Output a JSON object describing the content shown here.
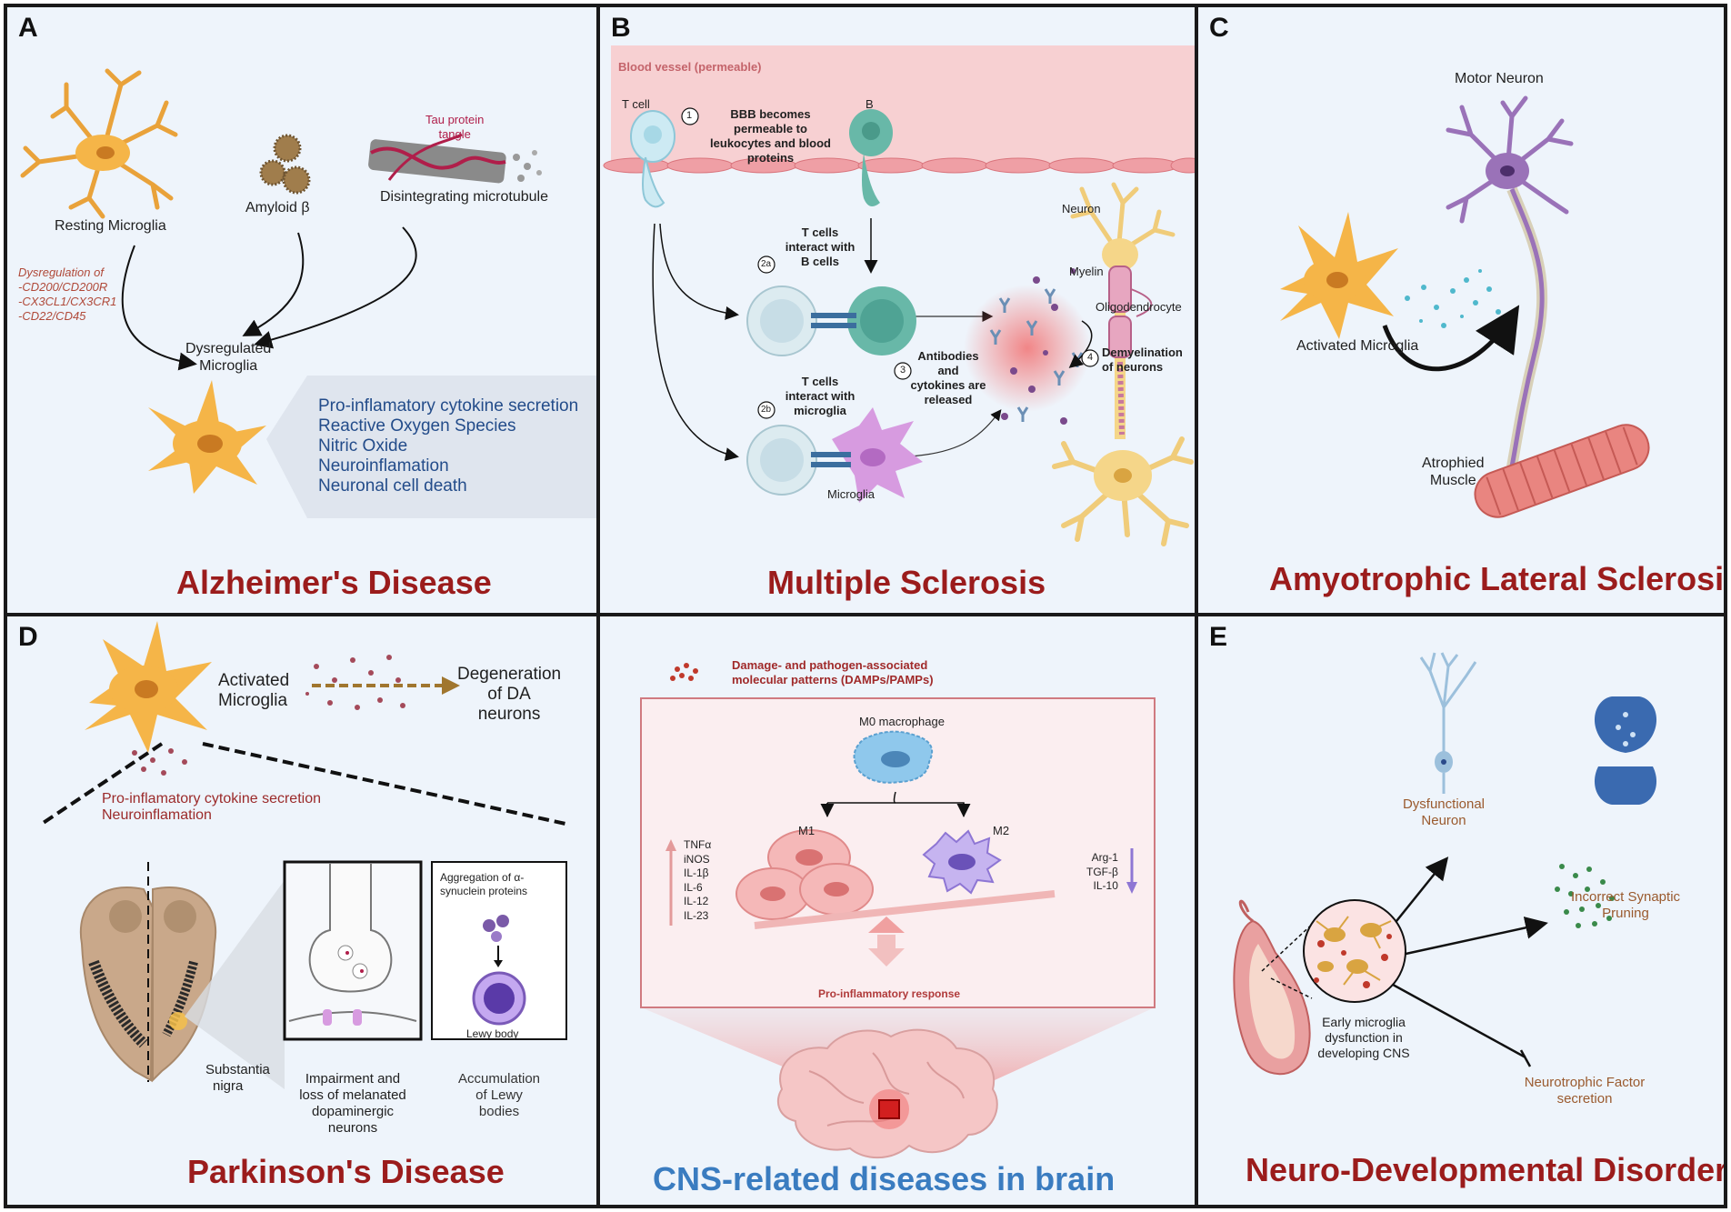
{
  "panels": {
    "a": {
      "label": "A",
      "title": "Alzheimer's Disease",
      "resting": "Resting Microglia",
      "amyloid": "Amyloid β",
      "tau": [
        "Tau protein",
        "tangle"
      ],
      "microtubule": "Disintegrating microtubule",
      "dysreg_list": [
        "Dysregulation of",
        "-CD200/CD200R",
        "-CX3CL1/CX3CR1",
        "-CD22/CD45"
      ],
      "dysregulated": [
        "Dysregulated",
        "Microglia"
      ],
      "effects": [
        "Pro-inflamatory cytokine secretion",
        "Reactive Oxygen Species",
        "Nitric Oxide",
        "Neuroinflamation",
        "Neuronal cell death"
      ]
    },
    "b": {
      "label": "B",
      "title": "Multiple Sclerosis",
      "vessel": "Blood vessel (permeable)",
      "tcell": "T cell",
      "bcell": "B",
      "step1_num": "1",
      "step1": [
        "BBB becomes",
        "permeable to",
        "leukocytes and blood",
        "proteins"
      ],
      "step2a_num": "2a",
      "step2a": [
        "T cells",
        "interact with",
        "B cells"
      ],
      "step2b_num": "2b",
      "step2b": [
        "T cells",
        "interact with",
        "microglia"
      ],
      "step3_num": "3",
      "step3": [
        "Antibodies",
        "and",
        "cytokines are",
        "released"
      ],
      "step4_num": "4",
      "step4": [
        "Demyelination",
        "of neurons"
      ],
      "neuron": "Neuron",
      "myelin": "Myelin",
      "oligo": "Oligodendrocyte",
      "microglia": "Microglia"
    },
    "c": {
      "label": "C",
      "title": "Amyotrophic Lateral Sclerosis",
      "motor": "Motor Neuron",
      "activated": "Activated Microglia",
      "muscle": [
        "Atrophied",
        "Muscle"
      ]
    },
    "d": {
      "label": "D",
      "title": "Parkinson's Disease",
      "activated": [
        "Activated",
        "Microglia"
      ],
      "degeneration": [
        "Degeneration",
        "of DA",
        "neurons"
      ],
      "cytokine": [
        "Pro-inflamatory cytokine secretion",
        "Neuroinflamation"
      ],
      "substantia": [
        "Substantia",
        "nigra"
      ],
      "impairment": [
        "Impairment and",
        "loss of melanated",
        "dopaminergic",
        "neurons"
      ],
      "aggregation": [
        "Aggregation of α-",
        "synuclein proteins"
      ],
      "lewy": "Lewy body",
      "accumulation": [
        "Accumulation",
        "of Lewy",
        "bodies"
      ]
    },
    "center": {
      "title": "CNS-related diseases in brain",
      "damps": [
        "Damage- and pathogen-associated",
        "molecular patterns (DAMPs/PAMPs)"
      ],
      "m0": "M0 macrophage",
      "m1": "M1",
      "m2": "M2",
      "m1_list": [
        "TNFα",
        "iNOS",
        "IL-1β",
        "IL-6",
        "IL-12",
        "IL-23"
      ],
      "m2_list": [
        "Arg-1",
        "TGF-β",
        "IL-10"
      ],
      "response": "Pro-inflammatory response"
    },
    "e": {
      "label": "E",
      "title": "Neuro-Developmental Disorders",
      "dysfunctional": [
        "Dysfunctional",
        "Neuron"
      ],
      "pruning": [
        "Incorrect Synaptic",
        "Pruning"
      ],
      "early": [
        "Early microglia",
        "dysfunction in",
        "developing CNS"
      ],
      "neurotrophic": [
        "Neurotrophic Factor",
        "secretion"
      ]
    }
  },
  "colors": {
    "title_red": "#9b1c1c",
    "center_blue": "#3a7cc0",
    "effect_blue": "#234c8a",
    "brown_text": "#9a5a2e",
    "microglia_orange": "#f2b03a",
    "panel_bg": "#eef4fb"
  }
}
